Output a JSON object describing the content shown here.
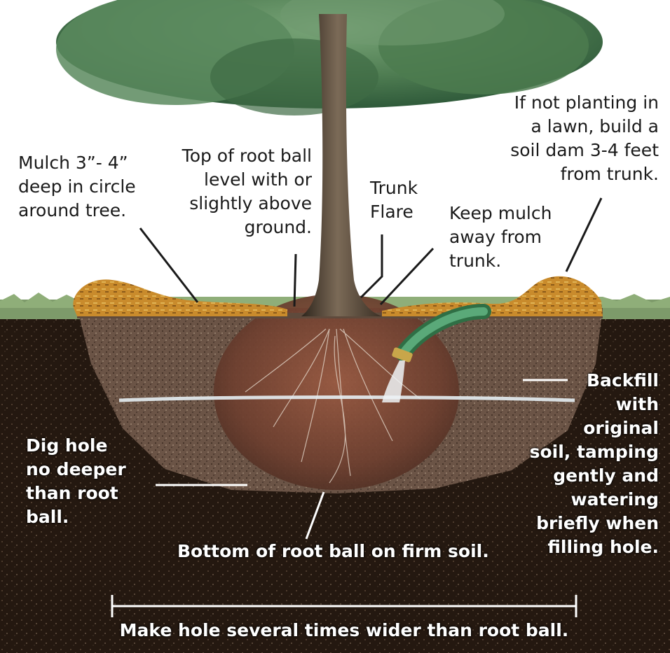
{
  "labels": {
    "mulch_depth": "Mulch 3”- 4”\ndeep in circle\naround tree.",
    "root_ball_top": "Top of root ball\nlevel with or\nslightly above\nground.",
    "trunk_flare": "Trunk\nFlare",
    "keep_mulch_away": "Keep mulch\naway from\ntrunk.",
    "soil_dam": "If not planting in\na lawn, build a\nsoil dam 3-4 feet\nfrom trunk.",
    "backfill": "Backfill\nwith\noriginal\nsoil, tamping\ngently and\nwatering\nbriefly when\nfilling hole.",
    "dig_hole": "Dig hole\nno deeper\nthan root\nball.",
    "bottom_root_ball": "Bottom of root ball on firm soil.",
    "wider_hole": "Make hole several times wider than root ball."
  },
  "colors": {
    "sky": "#ffffff",
    "foliage": "#4f7d52",
    "trunk": "#5a4a3a",
    "soil_dark": "#241810",
    "backfill_soil": "#6b5446",
    "root_ball": "#7a4a38",
    "mulch": "#c98b2c",
    "grass": "#6f8f5a",
    "hose": "#3f8f5f",
    "water": "#dfe9ef"
  },
  "icons": [
    "tree-illustration",
    "garden-hose-icon"
  ]
}
